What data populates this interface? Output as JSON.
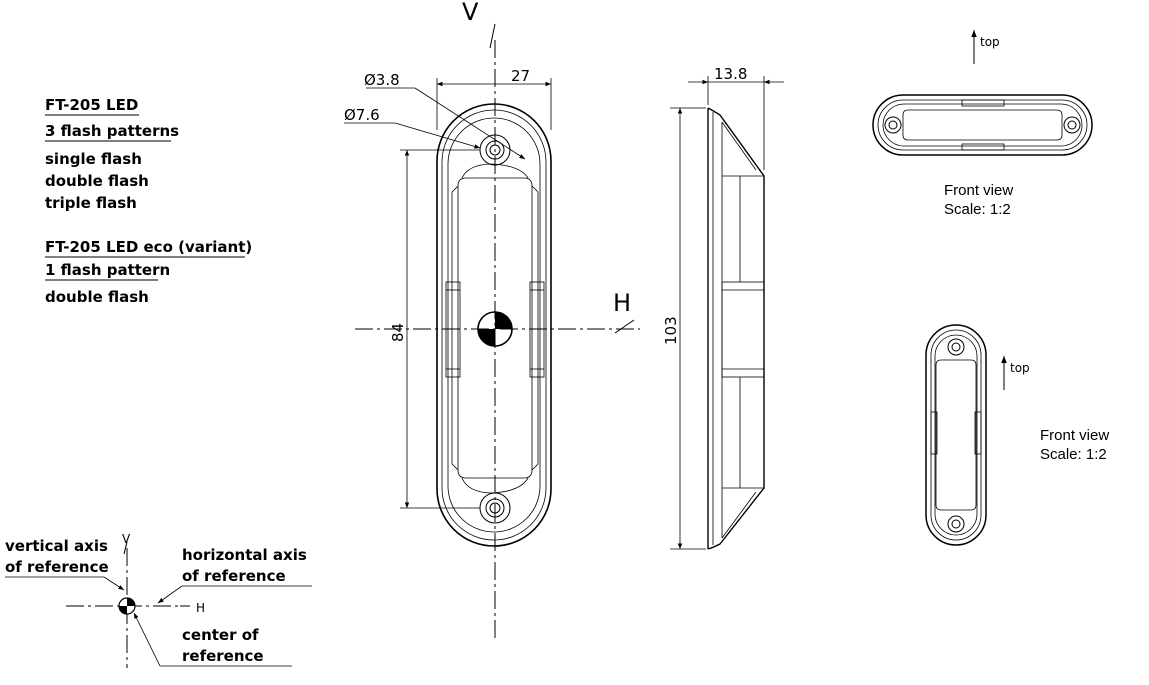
{
  "notes": {
    "product_title": "FT-205 LED",
    "patterns_title": "3 flash patterns",
    "patterns": [
      "single flash",
      "double flash",
      "triple flash"
    ],
    "variant_title": "FT-205 LED eco (variant)",
    "variant_patterns_title": "1 flash pattern",
    "variant_patterns": [
      "double flash"
    ]
  },
  "main_view": {
    "axis_v": "V",
    "axis_h": "H",
    "dim_width": "27",
    "dim_hole_small": "Ø3.8",
    "dim_hole_large": "Ø7.6",
    "dim_hole_spacing": "84"
  },
  "side_view": {
    "dim_depth": "13.8",
    "dim_height": "103"
  },
  "front_view_horizontal": {
    "top_label": "top",
    "title": "Front view",
    "scale": "Scale:  1:2"
  },
  "front_view_vertical": {
    "top_label": "top",
    "title": "Front view",
    "scale": "Scale:  1:2"
  },
  "legend": {
    "v_label": "V",
    "h_label": "H",
    "vertical_line1": "vertical axis",
    "vertical_line2": "of reference",
    "horizontal_line1": "horizontal axis",
    "horizontal_line2": "of reference",
    "center_line1": "center of",
    "center_line2": "reference"
  }
}
